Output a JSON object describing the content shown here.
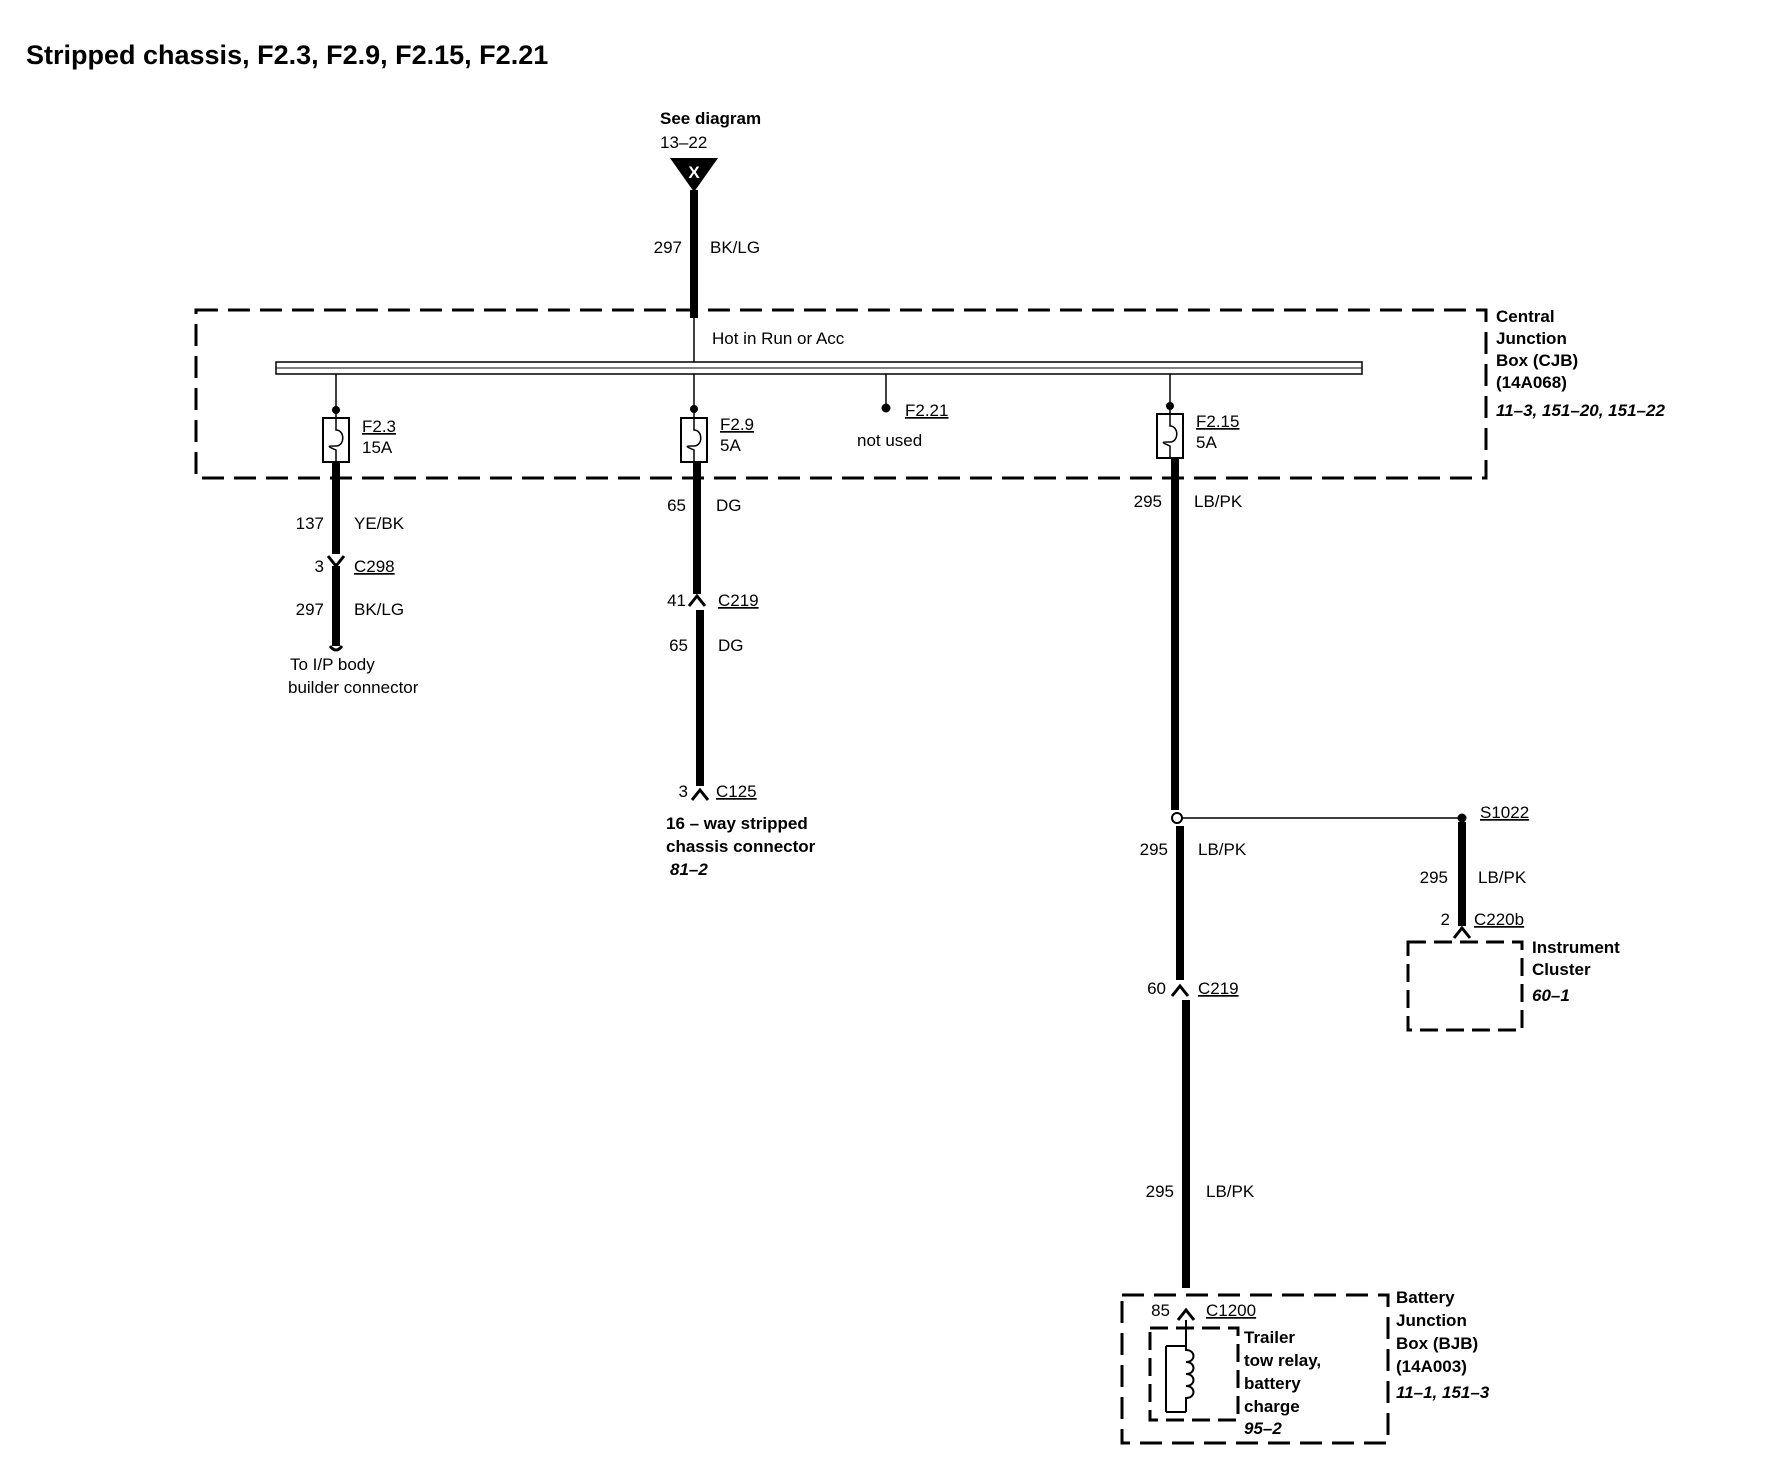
{
  "title": "Stripped chassis, F2.3, F2.9, F2.15, F2.21",
  "source": {
    "line1": "See diagram",
    "line2": "13–22",
    "symbol": "X"
  },
  "top_wire": {
    "circuit": "297",
    "color": "BK/LG"
  },
  "cjb": {
    "bus_label": "Hot in Run or Acc",
    "name_lines": [
      "Central",
      "Junction",
      "Box (CJB)",
      "(14A068)"
    ],
    "ref": "11–3, 151–20, 151–22"
  },
  "fuses": {
    "f23": {
      "id": "F2.3",
      "rating": "15A"
    },
    "f29": {
      "id": "F2.9",
      "rating": "5A"
    },
    "f221": {
      "id": "F2.21",
      "note": "not used"
    },
    "f215": {
      "id": "F2.15",
      "rating": "5A"
    }
  },
  "branch_f23": {
    "w1": {
      "circuit": "137",
      "color": "YE/BK"
    },
    "conn": {
      "pin": "3",
      "name": "C298"
    },
    "w2": {
      "circuit": "297",
      "color": "BK/LG"
    },
    "dest_lines": [
      "To I/P body",
      "builder connector"
    ]
  },
  "branch_f29": {
    "w1": {
      "circuit": "65",
      "color": "DG"
    },
    "conn1": {
      "pin": "41",
      "name": "C219"
    },
    "w2": {
      "circuit": "65",
      "color": "DG"
    },
    "conn2": {
      "pin": "3",
      "name": "C125"
    },
    "dest_lines": [
      "16 – way stripped",
      "chassis connector"
    ],
    "dest_ref": "81–2"
  },
  "branch_f215": {
    "w1": {
      "circuit": "295",
      "color": "LB/PK"
    },
    "splice": "S1022",
    "w2": {
      "circuit": "295",
      "color": "LB/PK"
    },
    "conn1": {
      "pin": "60",
      "name": "C219"
    },
    "w3": {
      "circuit": "295",
      "color": "LB/PK"
    },
    "conn2": {
      "pin": "85",
      "name": "C1200"
    },
    "relay_lines": [
      "Trailer",
      "tow relay,",
      "battery",
      "charge"
    ],
    "relay_ref": "95–2",
    "bjb_lines": [
      "Battery",
      "Junction",
      "Box (BJB)",
      "(14A003)"
    ],
    "bjb_ref": "11–1, 151–3"
  },
  "cluster_branch": {
    "wire": {
      "circuit": "295",
      "color": "LB/PK"
    },
    "conn": {
      "pin": "2",
      "name": "C220b"
    },
    "name_lines": [
      "Instrument",
      "Cluster"
    ],
    "ref": "60–1"
  }
}
